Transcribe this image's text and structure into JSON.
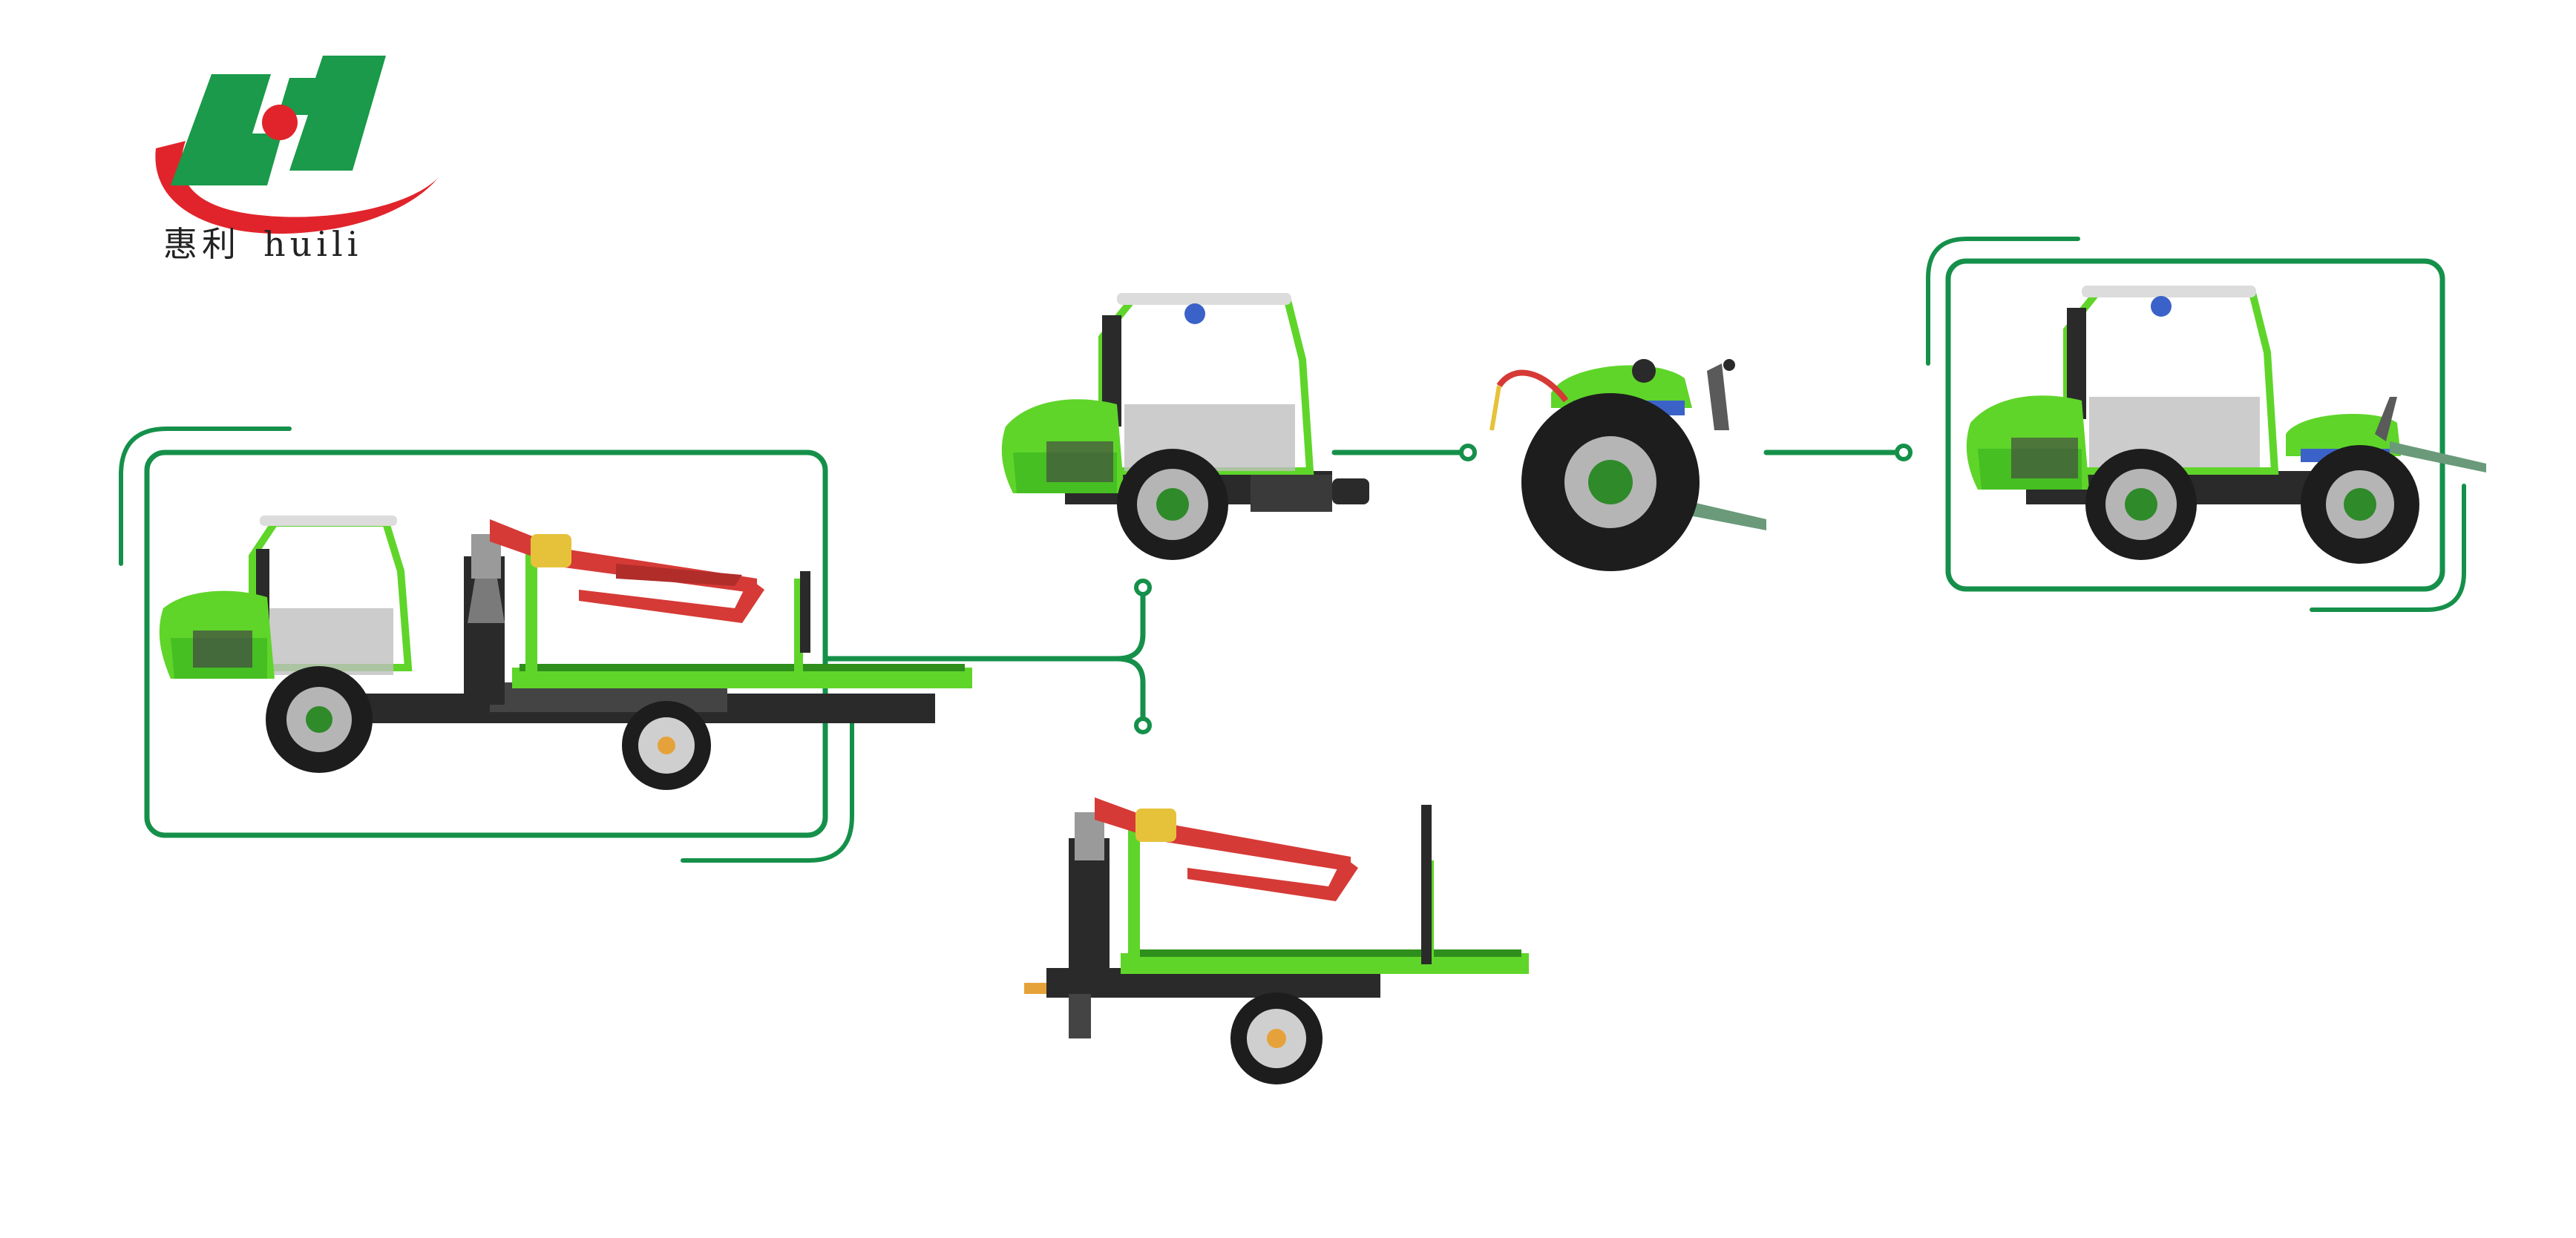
{
  "brand": {
    "name_cn": "惠利",
    "name_en": "huili"
  },
  "colors": {
    "frame_green": "#15904a",
    "machine_green": "#5fd52a",
    "machine_dark_green": "#2e8f1c",
    "crane_red": "#d63a36",
    "crane_yellow": "#e6c23a",
    "chassis_dark": "#2a2a2a",
    "chassis_grey": "#555555",
    "tyre_black": "#1d1d1d",
    "rim_grey": "#b5b5b5",
    "hub_green": "#2f8a2a",
    "cab_roof": "#dcdcdc",
    "logo_green": "#1a9a4a",
    "logo_red": "#e1242b"
  },
  "modules": [
    {
      "id": "crane-truck-assembled",
      "icon": "crane-truck-icon"
    },
    {
      "id": "tractor-head",
      "icon": "tractor-head-icon"
    },
    {
      "id": "rear-axle-module",
      "icon": "rear-axle-module-icon"
    },
    {
      "id": "four-wheel-tractor",
      "icon": "four-wheel-tractor-icon"
    },
    {
      "id": "crane-trailer-module",
      "icon": "crane-trailer-icon"
    }
  ]
}
